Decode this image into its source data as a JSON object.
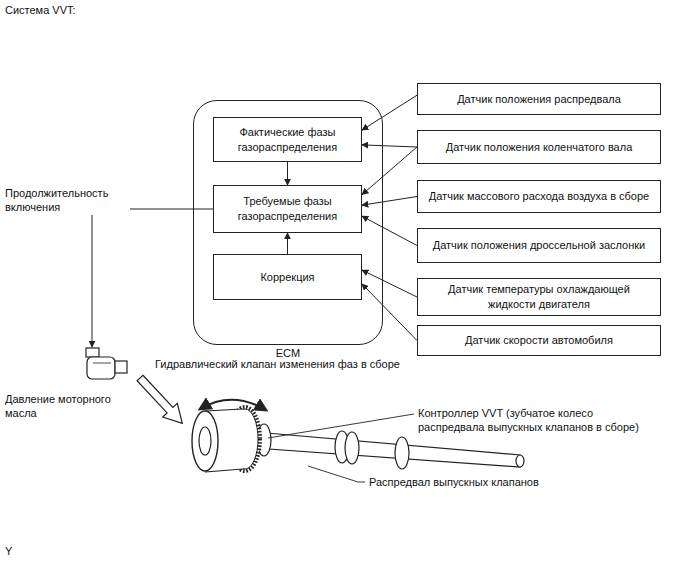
{
  "diagram": {
    "title": "Система VVT:",
    "nodes": [
      {
        "text": [
          "ECM"
        ]
      },
      {
        "text": [
          "Фактические фазы газораспределения"
        ],
        "in": 0
      },
      {
        "text": [
          "Требуемые фазы газораспределения"
        ],
        "in": 0
      },
      {
        "text": [
          "Коррекция"
        ],
        "in": 0
      },
      {
        "text": [
          "Датчик положения распредвала"
        ]
      },
      {
        "text": [
          "Датчик положения коленчатого вала"
        ]
      },
      {
        "text": [
          "Датчик массового расхода воздуха в сборе"
        ]
      },
      {
        "text": [
          "Датчик положения дроссельной заслонки"
        ]
      },
      {
        "text": [
          "Датчик температуры охлаждающей жидкости двигателя"
        ]
      },
      {
        "text": [
          "Датчик скорости автомобиля"
        ]
      },
      {
        "text": [
          "Гидравлический клапан изменения фаз в сборе"
        ]
      }
    ],
    "edges": [
      {
        "from": 4,
        "to": 1,
        "arrow": "to"
      },
      {
        "from": 5,
        "to": 1,
        "arrow": "to"
      },
      {
        "from": 5,
        "to": 2,
        "arrow": "to"
      },
      {
        "from": 6,
        "to": 2,
        "arrow": "to"
      },
      {
        "from": 7,
        "to": 2,
        "arrow": "to"
      },
      {
        "from": 8,
        "to": 3,
        "arrow": "to"
      },
      {
        "from": 9,
        "to": 3,
        "arrow": "to"
      },
      {
        "from": 1,
        "to": 2,
        "arrow": "to"
      },
      {
        "from": 3,
        "to": 2,
        "arrow": "to"
      },
      {
        "from": 2,
        "to": 10,
        "label": "Продолжительность включения",
        "arrow": "to"
      }
    ],
    "labels": [
      "Давление моторного масла",
      "Контроллер VVT (зубчатое колесо распредвала выпускных клапанов в сборе)",
      "Распредвал выпускных клапанов",
      "Y"
    ]
  }
}
